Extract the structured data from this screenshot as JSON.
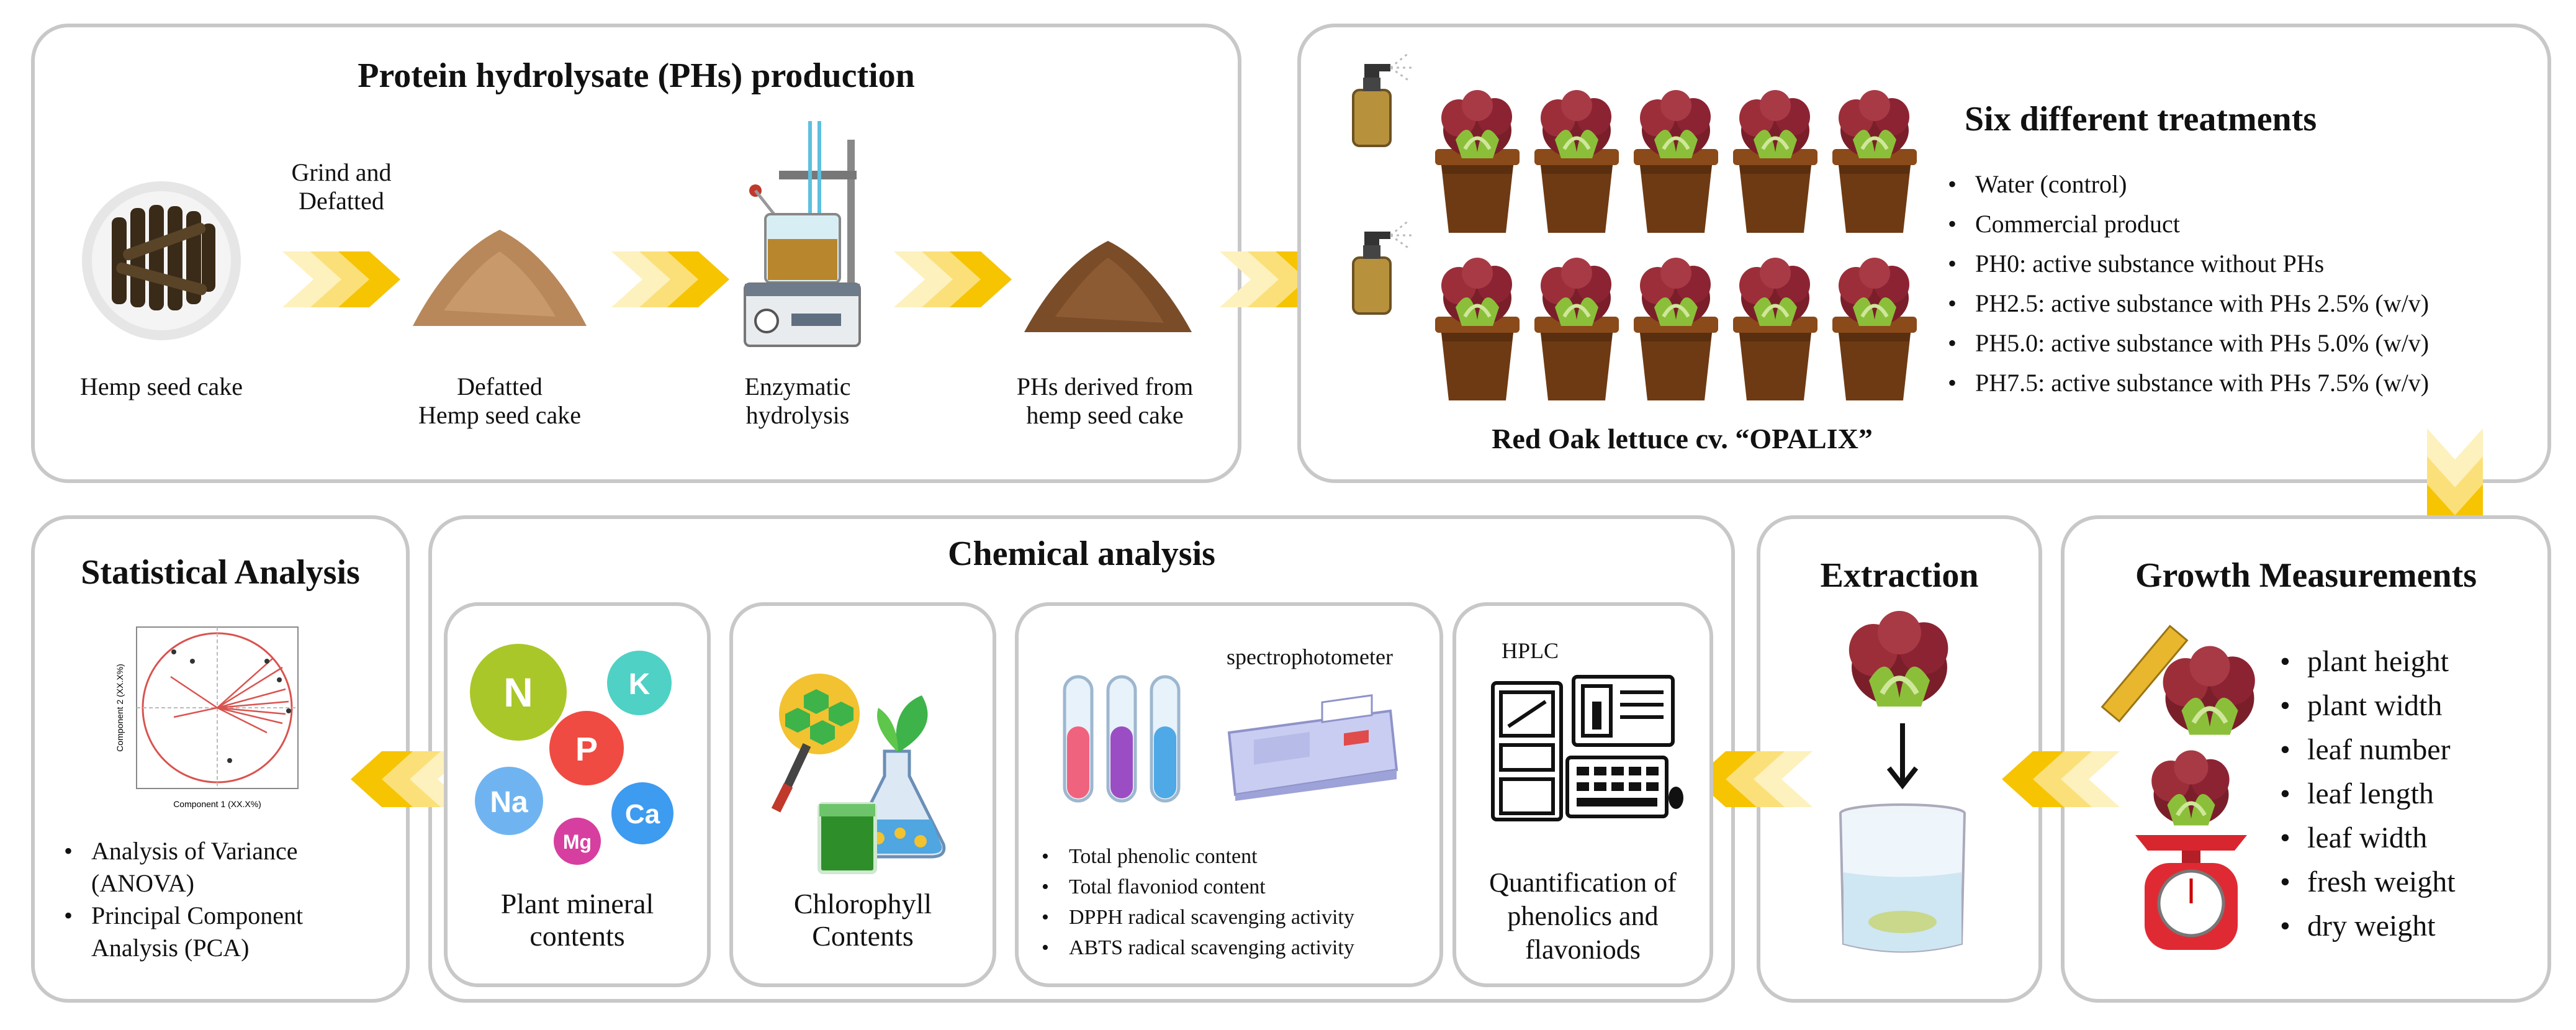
{
  "colors": {
    "border": "#c8c8c8",
    "chevron": "#f6c400",
    "chevron_light": "#fbe78a",
    "pot": "#8a4a1a",
    "lettuce_red": "#7a1f2a",
    "lettuce_green": "#8bbf3a"
  },
  "production": {
    "title": "Protein hydrolysate (PHs) production",
    "grind_label": [
      "Grind and",
      "Defatted"
    ],
    "steps": [
      {
        "lines": [
          "Hemp seed cake"
        ]
      },
      {
        "lines": [
          "Defatted",
          "Hemp seed cake"
        ]
      },
      {
        "lines": [
          "Enzymatic",
          "hydrolysis"
        ]
      },
      {
        "lines": [
          "PHs derived from",
          "hemp seed  cake"
        ]
      }
    ]
  },
  "treatments": {
    "title": "Six different treatments",
    "items": [
      "Water (control)",
      "Commercial product",
      "PH0: active substance without PHs",
      "PH2.5: active substance with PHs 2.5% (w/v)",
      "PH5.0: active substance with PHs 5.0% (w/v)",
      "PH7.5: active substance with PHs 7.5% (w/v)"
    ],
    "lettuce_caption": "Red Oak lettuce cv. “OPALIX”"
  },
  "growth": {
    "title": "Growth Measurements",
    "items": [
      "plant height",
      "plant width",
      "leaf number",
      "leaf length",
      "leaf width",
      "fresh weight",
      "dry weight"
    ]
  },
  "extraction": {
    "title": "Extraction"
  },
  "chemical": {
    "title": "Chemical analysis",
    "mineral": {
      "label": [
        "Plant mineral",
        "contents"
      ],
      "elements": [
        "N",
        "K",
        "P",
        "Na",
        "Ca",
        "Mg"
      ]
    },
    "chlorophyll": {
      "label": [
        "Chlorophyll",
        "Contents"
      ]
    },
    "spectro": {
      "label": "spectrophotometer",
      "items": [
        "Total phenolic content",
        "Total flavoniod content",
        "DPPH radical scavenging activity",
        "ABTS radical scavenging activity"
      ]
    },
    "hplc": {
      "label": "HPLC",
      "caption": [
        "Quantification of",
        "phenolics and",
        "flavoniods"
      ]
    }
  },
  "stats": {
    "title": "Statistical Analysis",
    "items": [
      [
        "Analysis of Variance",
        "(ANOVA)"
      ],
      [
        "Principal Component",
        "Analysis (PCA)"
      ]
    ],
    "pca_xlabel": "Component 1 (XX.X%)",
    "pca_ylabel": "Component 2 (XX.X%)"
  }
}
